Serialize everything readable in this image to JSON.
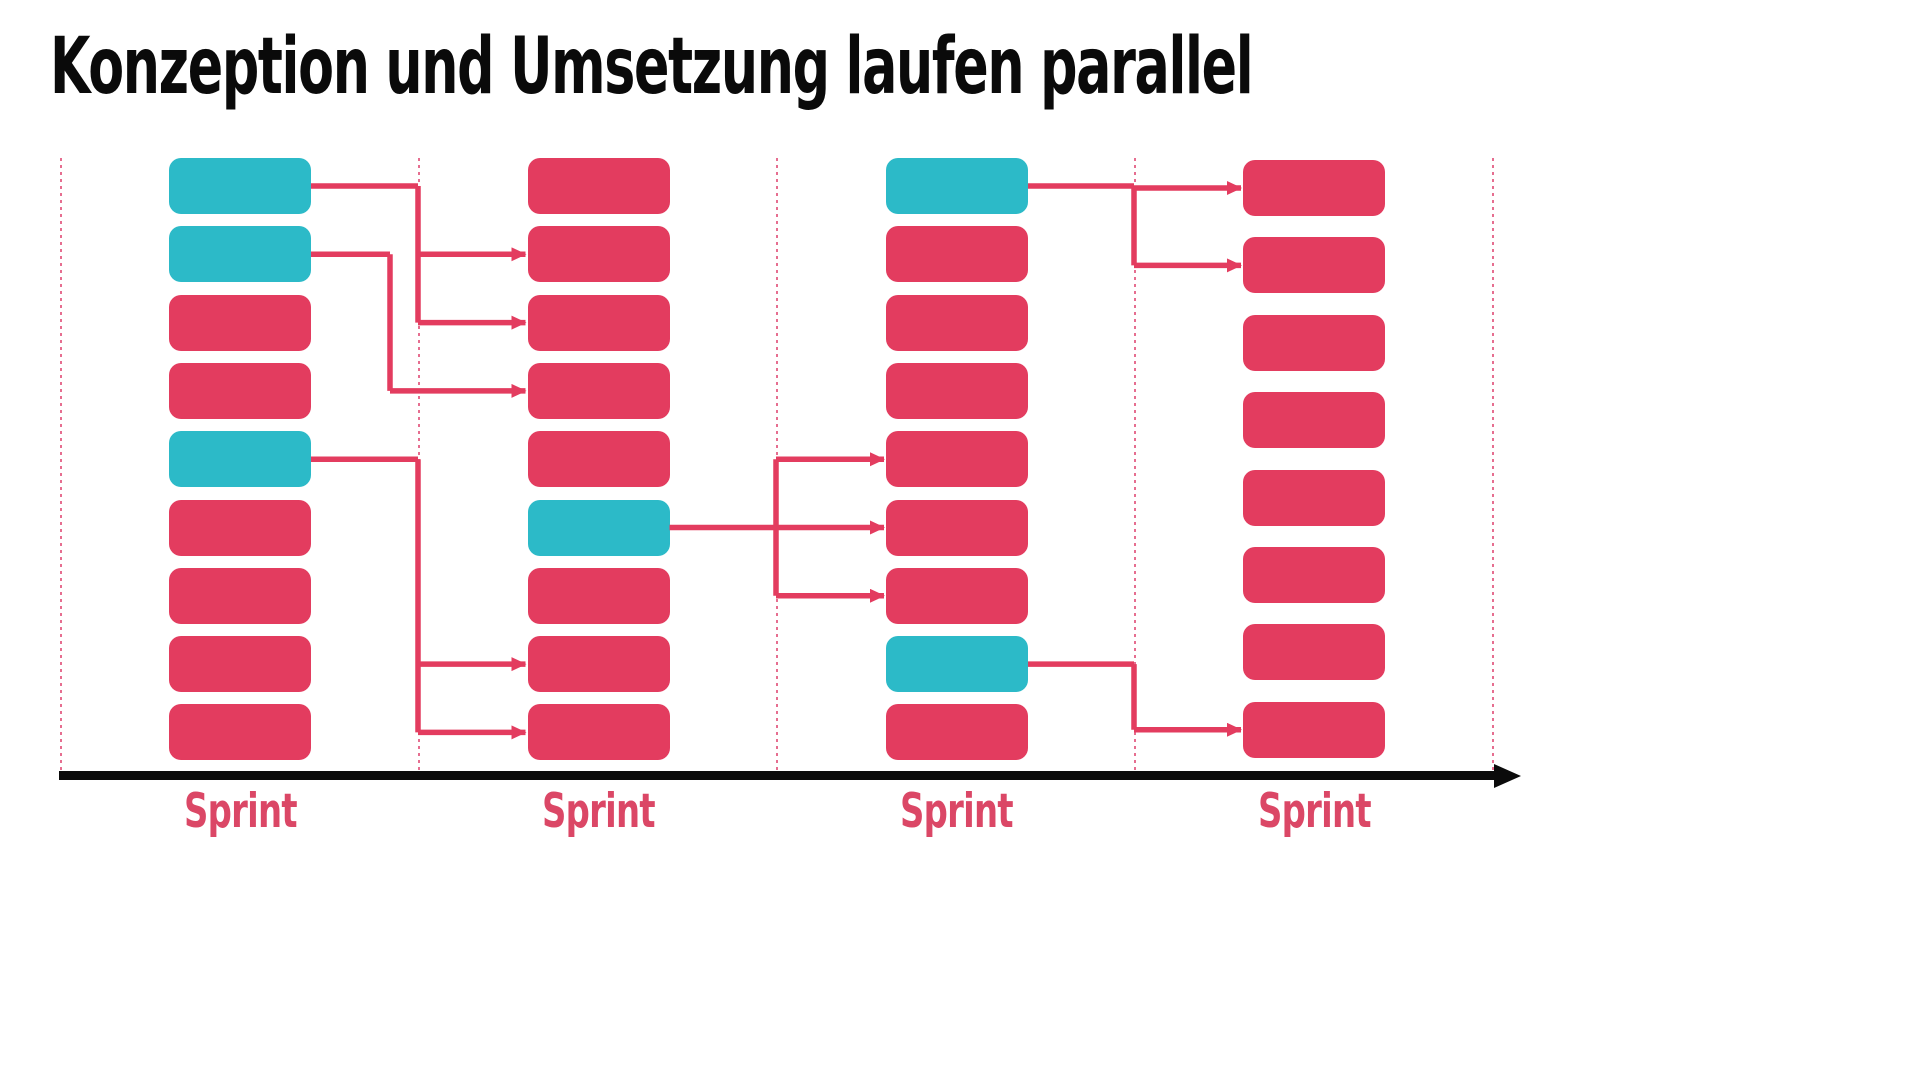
{
  "title": "Konzeption und Umsetzung laufen parallel",
  "colors": {
    "pink": "#e33c5f",
    "teal": "#2cbac8",
    "arrow": "#e33c5f",
    "divider": "#e2557c",
    "axis": "#0b0b0b",
    "sprint_label": "#db4766",
    "title": "#0a0a0a"
  },
  "timeline": {
    "sprints": [
      {
        "label": "Sprint"
      },
      {
        "label": "Sprint"
      },
      {
        "label": "Sprint"
      },
      {
        "label": "Sprint"
      }
    ]
  },
  "columns": [
    {
      "name": "sprint-1-stack",
      "blocks": [
        "teal",
        "teal",
        "pink",
        "pink",
        "teal",
        "pink",
        "pink",
        "pink",
        "pink"
      ]
    },
    {
      "name": "sprint-2-stack",
      "blocks": [
        "pink",
        "pink",
        "pink",
        "pink",
        "pink",
        "teal",
        "pink",
        "pink",
        "pink"
      ]
    },
    {
      "name": "sprint-3-stack",
      "blocks": [
        "teal",
        "pink",
        "pink",
        "pink",
        "pink",
        "pink",
        "pink",
        "teal",
        "pink"
      ]
    },
    {
      "name": "sprint-4-stack",
      "blocks": [
        "pink",
        "pink",
        "pink",
        "pink",
        "pink",
        "pink",
        "pink",
        "pink"
      ]
    }
  ],
  "connections": [
    {
      "from": [
        0,
        0
      ],
      "to": [
        [
          1,
          1
        ],
        [
          1,
          2
        ]
      ]
    },
    {
      "from": [
        0,
        1
      ],
      "to": [
        [
          1,
          3
        ]
      ],
      "bend_dx": -28
    },
    {
      "from": [
        0,
        4
      ],
      "to": [
        [
          1,
          7
        ],
        [
          1,
          8
        ]
      ]
    },
    {
      "from": [
        1,
        5
      ],
      "to": [
        [
          2,
          4
        ],
        [
          2,
          5
        ],
        [
          2,
          6
        ]
      ]
    },
    {
      "from": [
        2,
        0
      ],
      "to": [
        [
          3,
          0
        ],
        [
          3,
          1
        ]
      ]
    },
    {
      "from": [
        2,
        7
      ],
      "to": [
        [
          3,
          7
        ]
      ]
    }
  ]
}
